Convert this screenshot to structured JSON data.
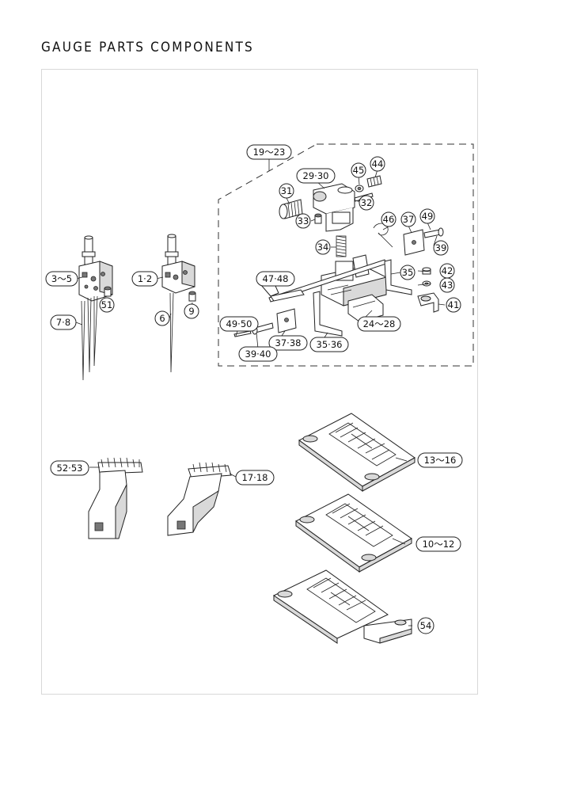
{
  "page_title": "GAUGE PARTS COMPONENTS",
  "callouts": {
    "c19_23": "19～23",
    "c29_30": "29·30",
    "c45": "45",
    "c44": "44",
    "c31": "31",
    "c32": "32",
    "c33": "33",
    "c46": "46",
    "c37": "37",
    "c49": "49",
    "c39": "39",
    "c34": "34",
    "c3_5": "3～5",
    "c1_2": "1·2",
    "c47_48": "47·48",
    "c35": "35",
    "c42": "42",
    "c43": "43",
    "c41": "41",
    "c51": "51",
    "c9": "9",
    "c7_8": "7·8",
    "c6": "6",
    "c49_50": "49·50",
    "c24_28": "24～28",
    "c37_38": "37·38",
    "c35_36": "35·36",
    "c39_40": "39·40",
    "c13_16": "13～16",
    "c52_53": "52·53",
    "c17_18": "17·18",
    "c10_12": "10～12",
    "c54": "54"
  }
}
